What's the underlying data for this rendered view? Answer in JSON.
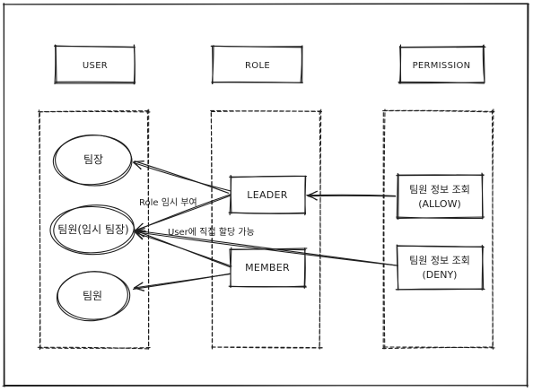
{
  "headers": {
    "user": "USER",
    "role": "ROLE",
    "permission": "PERMISSION"
  },
  "users": [
    {
      "label": "팀장"
    },
    {
      "label": "팀원(임시 팀장)"
    },
    {
      "label": "팀원"
    }
  ],
  "roles": [
    {
      "label": "LEADER"
    },
    {
      "label": "MEMBER"
    }
  ],
  "permissions": [
    {
      "name": "팀원 정보 조회",
      "effect": "(ALLOW)"
    },
    {
      "name": "팀원 정보 조회",
      "effect": "(DENY)"
    }
  ],
  "edge_labels": {
    "role_temp_grant": "Role 임시 부여",
    "direct_assign": "User에 직접 할당 가능"
  },
  "edges": {
    "role_user": [
      [
        0,
        0
      ],
      [
        0,
        1
      ],
      [
        1,
        1
      ],
      [
        1,
        2
      ]
    ],
    "permission_role": [
      [
        0,
        0
      ]
    ],
    "permission_user": [
      [
        1,
        1
      ]
    ]
  },
  "colors": {
    "stroke": "#1e1e1e",
    "background": "#ffffff"
  }
}
